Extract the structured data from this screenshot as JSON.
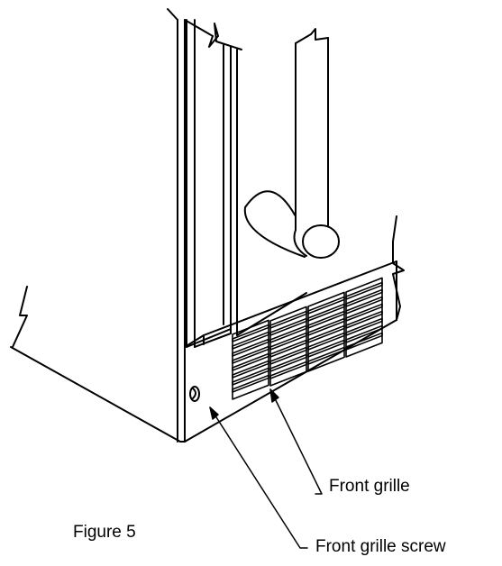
{
  "figure": {
    "caption": "Figure 5"
  },
  "callouts": {
    "front_grille": "Front grille",
    "front_grille_screw": "Front grille screw"
  },
  "style": {
    "line_color": "#000000",
    "background": "#ffffff"
  }
}
